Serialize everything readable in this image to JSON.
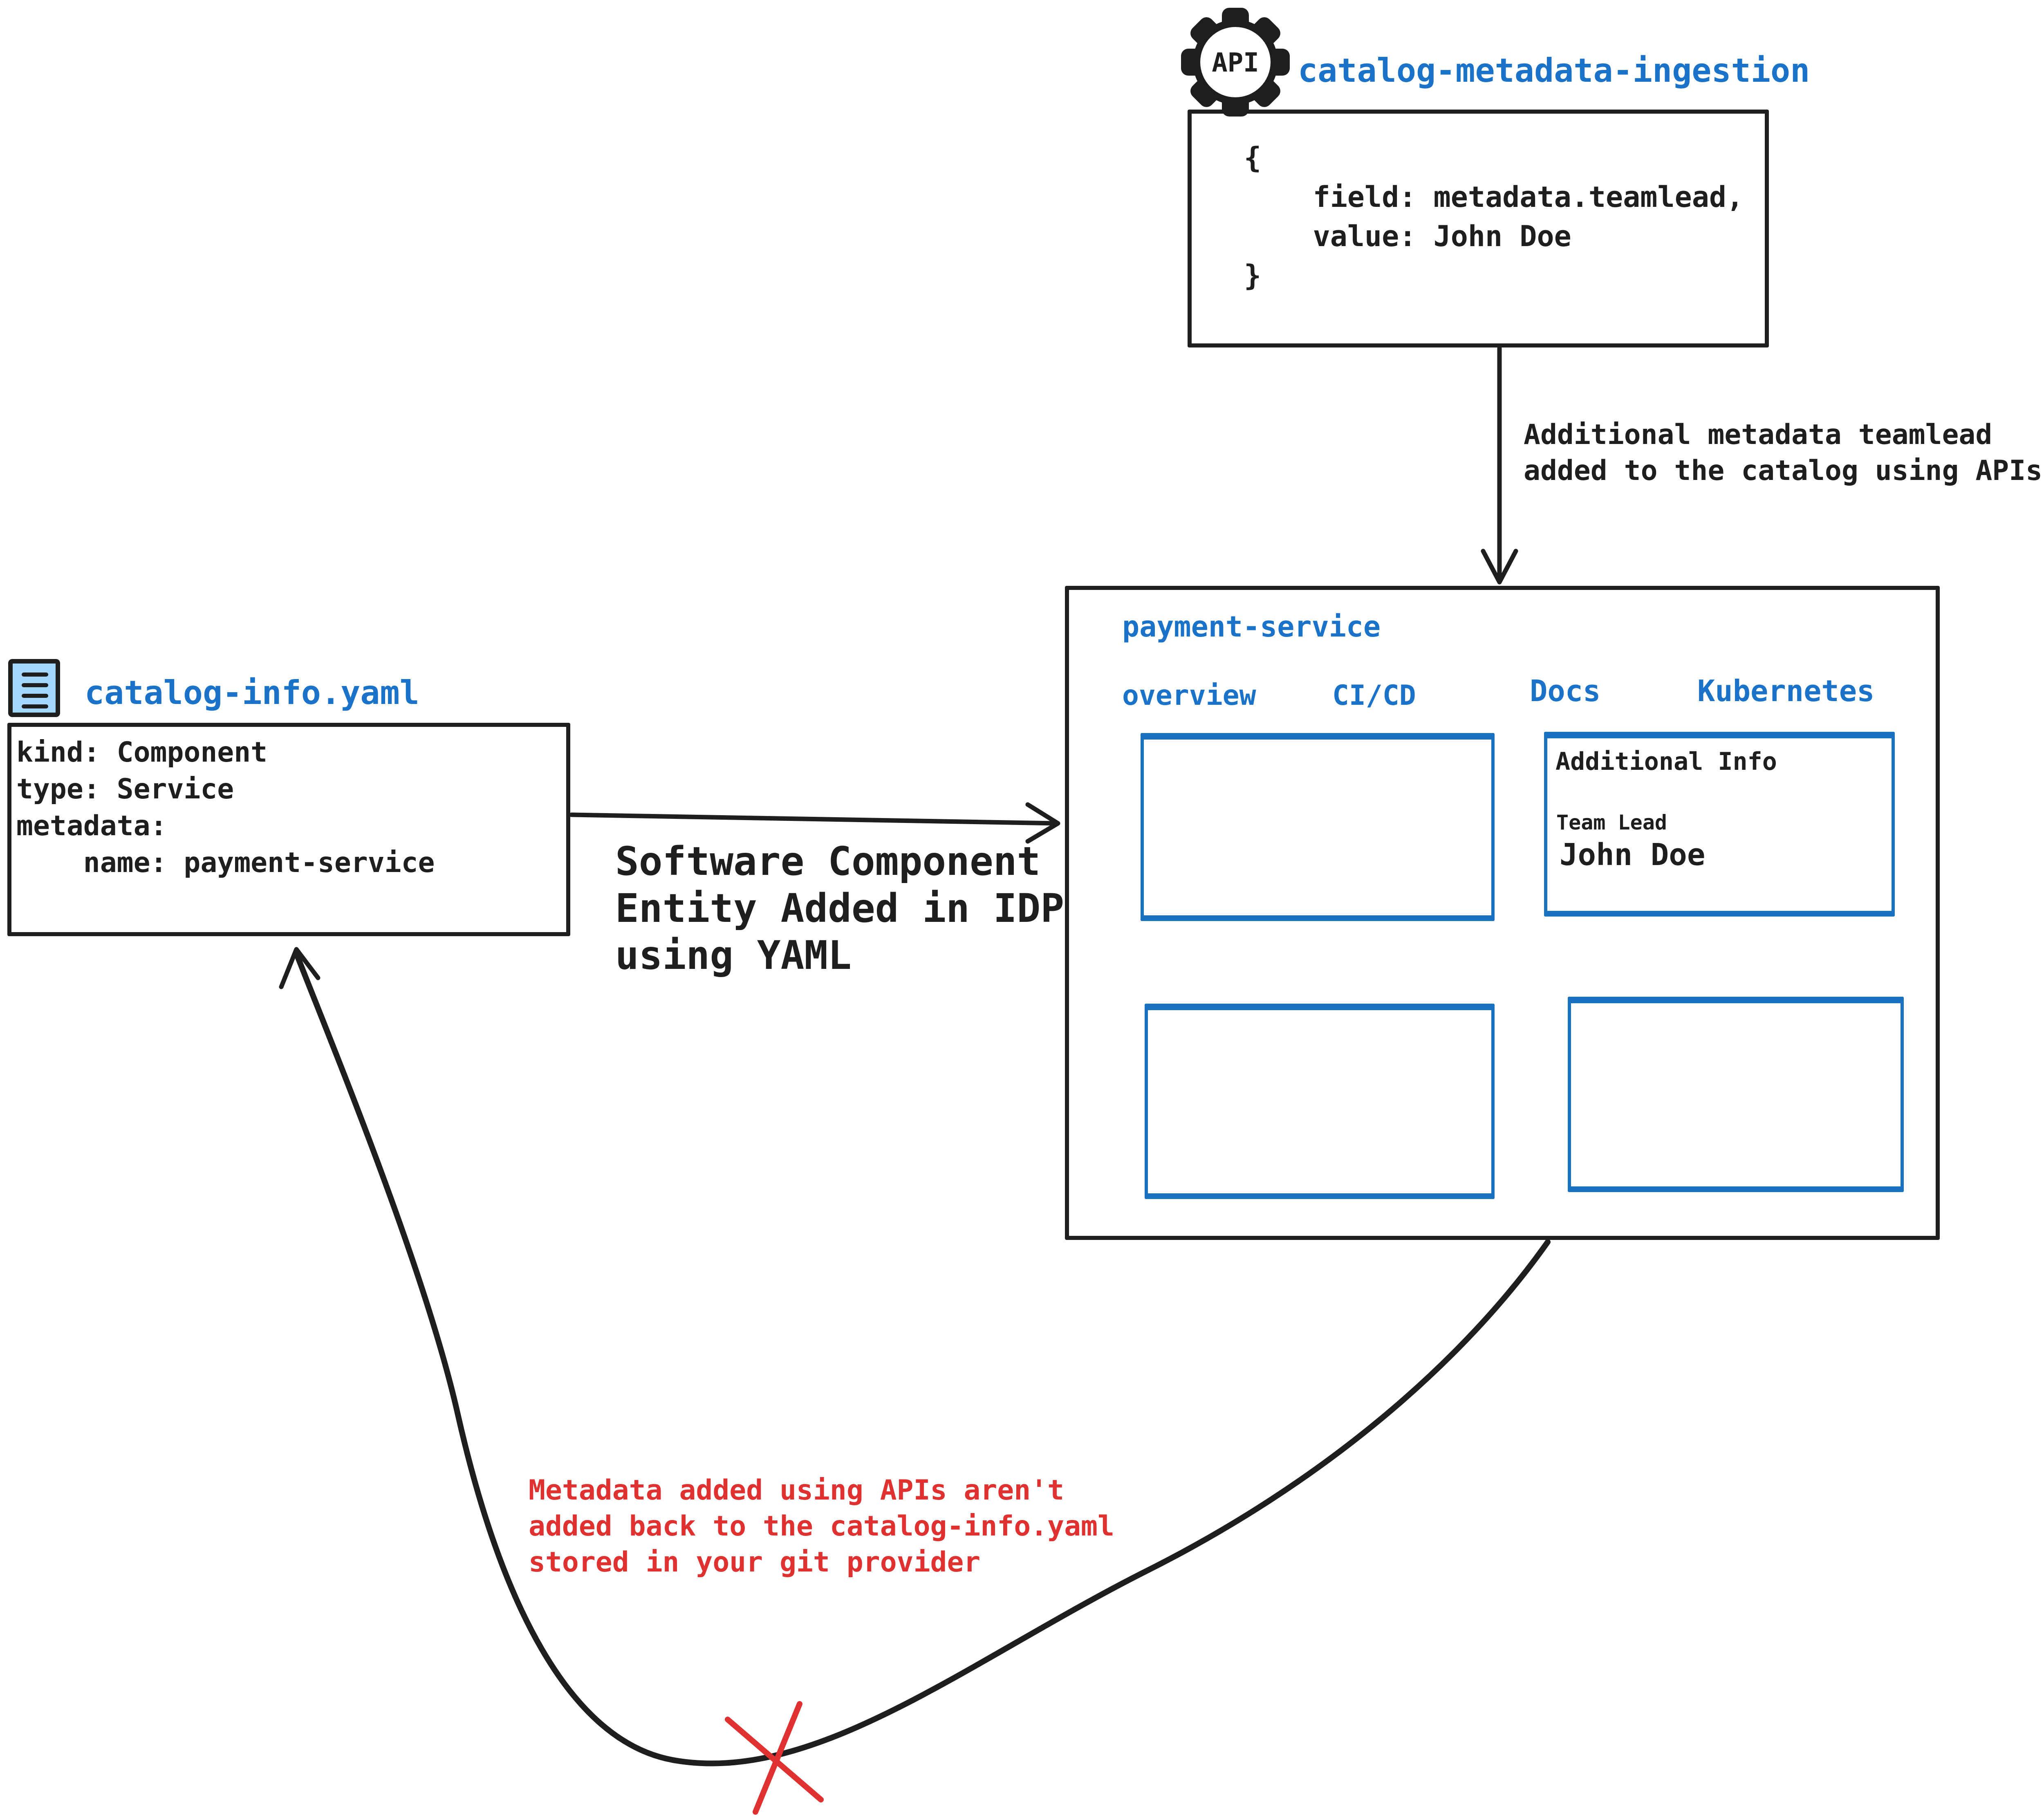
{
  "colors": {
    "accent_blue": "#1a73c8",
    "panel_blue": "#1971c2",
    "ink_black": "#1e1e1e",
    "warning_red": "#e03131",
    "icon_fill_light_blue": "#a5d8ff"
  },
  "api_ingestion": {
    "icon": "gear-api-icon",
    "icon_label": "API",
    "title": "catalog-metadata-ingestion",
    "code": "{\n    field: metadata.teamlead,\n    value: John Doe\n}"
  },
  "arrows": {
    "down_label": "Additional metadata teamlead\nadded to the catalog using APIs",
    "right_label": "Software Component\nEntity Added in IDP\nusing YAML",
    "back_label": "Metadata added using APIs aren't\nadded back to the catalog-info.yaml\nstored in your git provider"
  },
  "idp_portal": {
    "title": "payment-service",
    "tabs": [
      {
        "label": "overview"
      },
      {
        "label": "CI/CD"
      },
      {
        "label": "Docs"
      },
      {
        "label": "Kubernetes"
      }
    ],
    "additional_info_panel": {
      "heading": "Additional Info",
      "field_label": "Team Lead",
      "field_value": "John Doe"
    }
  },
  "yaml_file": {
    "icon": "yaml-file-icon",
    "title": "catalog-info.yaml",
    "code": "kind: Component\ntype: Service\nmetadata:\n    name: payment-service"
  }
}
